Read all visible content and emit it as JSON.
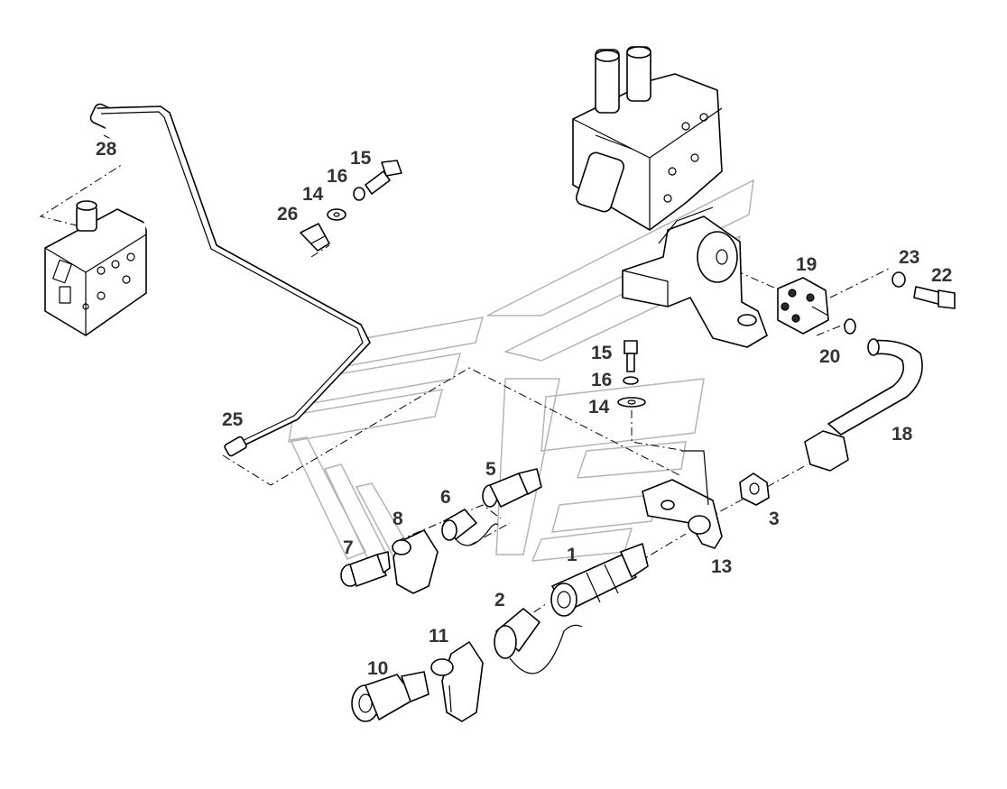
{
  "callouts": {
    "c1": "1",
    "c2": "2",
    "c3": "3",
    "c5": "5",
    "c6": "6",
    "c7": "7",
    "c8": "8",
    "c10": "10",
    "c11": "11",
    "c13": "13",
    "c14a": "14",
    "c14b": "14",
    "c15a": "15",
    "c15b": "15",
    "c16a": "16",
    "c16b": "16",
    "c18": "18",
    "c19": "19",
    "c20": "20",
    "c22": "22",
    "c23": "23",
    "c25": "25",
    "c26": "26",
    "c28": "28"
  },
  "colors": {
    "line": "#000000",
    "label": "#333333",
    "watermark": "#b4b4b4",
    "background": "#ffffff"
  }
}
